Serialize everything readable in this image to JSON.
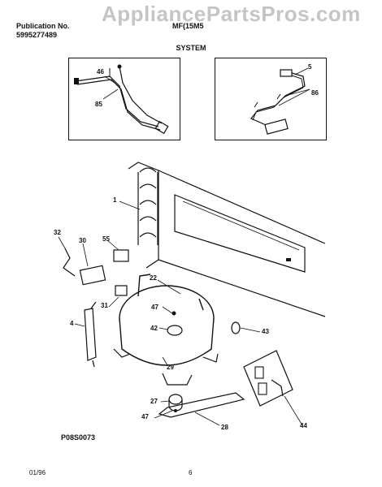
{
  "header": {
    "publication_label": "Publication No.",
    "publication_number": "5995277489",
    "model": "MF(15M5",
    "section_title": "SYSTEM"
  },
  "watermark": "AppliancePartsPros.com",
  "inset_left": {
    "callouts": [
      "46",
      "85"
    ]
  },
  "inset_right": {
    "callouts": [
      "5",
      "86"
    ]
  },
  "main_callouts": [
    "1",
    "32",
    "30",
    "55",
    "22",
    "31",
    "47",
    "42",
    "4",
    "43",
    "29",
    "27",
    "47",
    "28",
    "44"
  ],
  "diagram_code": "P08S0073",
  "footer": {
    "date": "01/96",
    "page": "6"
  },
  "colors": {
    "ink": "#111111",
    "watermark": "#969696"
  }
}
